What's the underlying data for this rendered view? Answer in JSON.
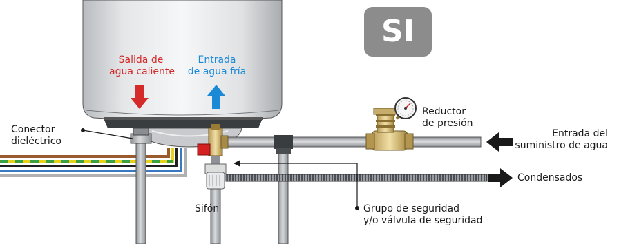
{
  "badge": "SI",
  "labels": {
    "outlet_line1": "Salida de",
    "outlet_line2": "agua caliente",
    "inlet_line1": "Entrada",
    "inlet_line2": "de agua fría",
    "connector_line1": "Conector",
    "connector_line2": "dieléctrico",
    "reducer_line1": "Reductor",
    "reducer_line2": "de presión",
    "supply_line1": "Entrada del",
    "supply_line2": "suministro de agua",
    "condensates": "Condensados",
    "siphon": "Sifón",
    "safety_line1": "Grupo de seguridad",
    "safety_line2": "y/o válvula de seguridad"
  },
  "colors": {
    "hot_water": "#d42a2a",
    "cold_water": "#1a8ad6",
    "badge": "#8c8c8c",
    "safety_valve": "#d42020",
    "arrow": "#1a1a1a"
  }
}
